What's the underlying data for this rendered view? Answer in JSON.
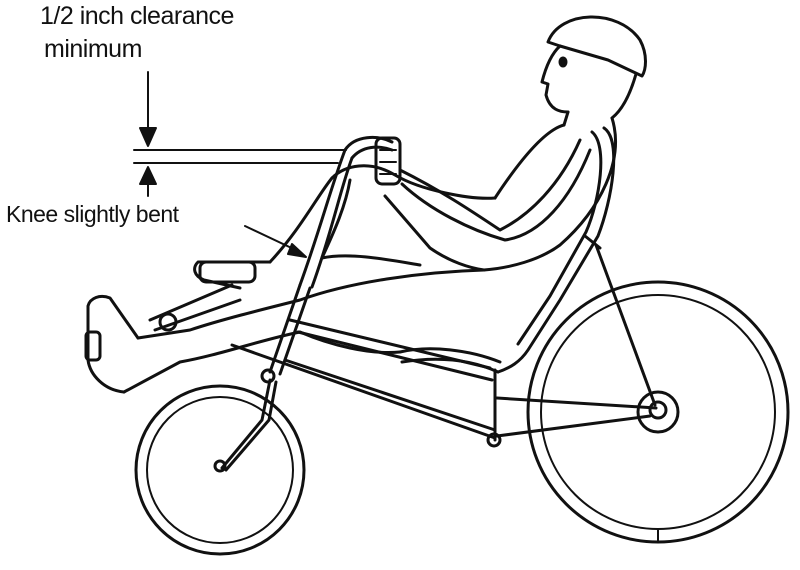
{
  "labels": {
    "clearance_line1": "1/2 inch clearance",
    "clearance_line2": "minimum",
    "knee": "Knee slightly bent"
  },
  "colors": {
    "ink": "#111111",
    "paper": "#ffffff"
  }
}
